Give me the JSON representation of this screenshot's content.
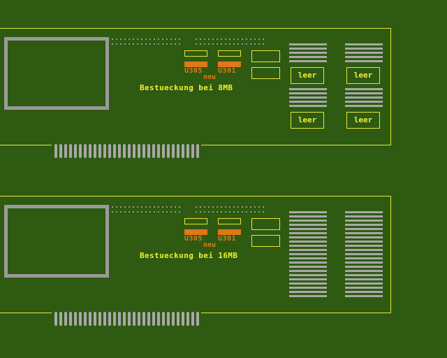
{
  "colors": {
    "background": "#2e5a12",
    "outline": "#e8e838",
    "text": "#f0f030",
    "chip": "#e07818",
    "metal": "#a8a8a8"
  },
  "boards": [
    {
      "title": "Bestueckung bei 8MB",
      "chip_left": "U305",
      "chip_right": "U301",
      "new_label": "neu",
      "slots": [
        "leer",
        "leer",
        "leer",
        "leer"
      ]
    },
    {
      "title": "Bestueckung bei 16MB",
      "chip_left": "U305",
      "chip_right": "U301",
      "new_label": "neu",
      "slots": []
    }
  ]
}
